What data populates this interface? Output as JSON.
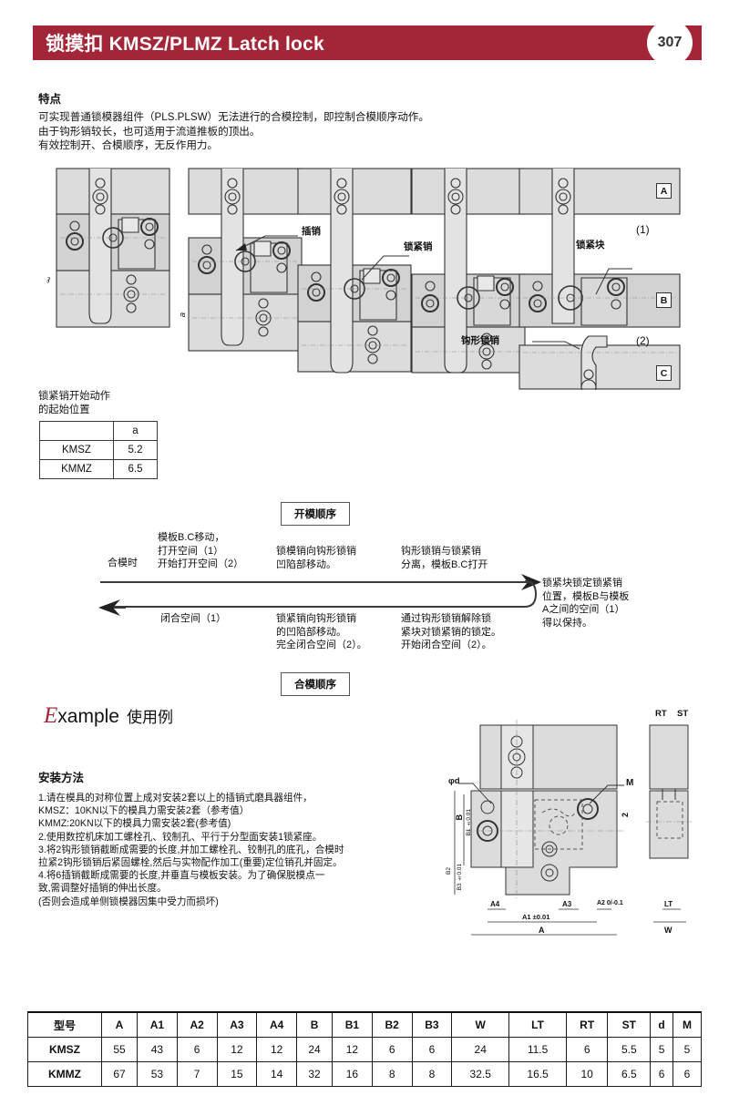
{
  "header": {
    "title_cn": "锁摸扣",
    "title_en": "KMSZ/PLMZ Latch lock",
    "page_number": "307",
    "bar_color": "#a32638"
  },
  "features": {
    "heading": "特点",
    "body": "可实现普通锁模器组件（PLS.PLSW）无法进行的合模控制，即控制合模顺序动作。\n由于钩形销较长，也可适用于流道推板的顶出。\n有效控制开、合模顺序，无反作用力。"
  },
  "diagram": {
    "callouts": [
      {
        "name": "chaxiao",
        "text": "插销"
      },
      {
        "name": "suojinxiao",
        "text": "锁紧销"
      },
      {
        "name": "suojinkuai",
        "text": "锁紧块"
      },
      {
        "name": "gouxing-suoxiao",
        "text": "钩形锁销"
      }
    ],
    "plate_labels": [
      "A",
      "B",
      "C"
    ],
    "step_markers": [
      "(1)",
      "(2)"
    ],
    "dim_l": "ℓ",
    "dim_a": "a",
    "start_caption": "锁紧销开始动作\n的起始位置"
  },
  "a_table": {
    "header": [
      "",
      "a"
    ],
    "rows": [
      {
        "model": "KMSZ",
        "a": "5.2"
      },
      {
        "model": "KMMZ",
        "a": "6.5"
      }
    ]
  },
  "sequence": {
    "open_label": "开模顺序",
    "close_label": "合模顺序",
    "open_row": [
      "合模时",
      "模板B.C移动，\n打开空间（1）\n开始打开空间（2）",
      "锁模销向钩形锁销\n凹陷部移动。",
      "钩形锁销与锁紧销\n分离，模板B.C打开"
    ],
    "close_row": [
      "闭合空间（1）",
      "锁紧销向钩形锁销\n的凹陷部移动。\n完全闭合空间（2）。",
      "通过钩形锁销解除锁\n紧块对锁紧销的锁定。\n开始闭合空间（2）。"
    ],
    "note": "锁紧块锁定锁紧销\n位置，模板B与模板\nA之间的空间（1）\n得以保持。"
  },
  "example": {
    "heading_e": "E",
    "heading_rest": "xample",
    "heading_cn": "使用例"
  },
  "install": {
    "heading": "安装方法",
    "body": "1.请在模具的对称位置上成对安装2套以上的插销式磨具器组件，\nKMSZ：10KN以下的模具力需安装2套（参考值）\nKMMZ:20KN以下的模具力需安装2套(参考值)\n2.使用数控机床加工螺栓孔、铰制孔、平行于分型面安装1锁紧座。\n3.将2钩形锁销截断成需要的长度,并加工螺栓孔、铰制孔的底孔，合模时\n拉紧2钩形锁销后紧固螺栓,然后与实物配作加工(重要)定位销孔并固定。\n4.将6插销截断成需要的长度,并垂直与模板安装。为了确保脱模点一\n致,需调整好插销的伸出长度。\n(否则会造成单侧锁模器因集中受力而损坏)"
  },
  "drawing": {
    "labels": {
      "rt": "RT",
      "st": "ST",
      "m": "M",
      "two": "2",
      "phi_d": "φd",
      "b": "B",
      "b1": "B1 ±0.01",
      "b2": "B2",
      "b3": "B3 ±0.01",
      "a4": "A4",
      "a3": "A3",
      "a2": "A2 0/-0.1",
      "a1": "A1 ±0.01",
      "a": "A",
      "lt": "LT",
      "w": "W"
    }
  },
  "spec_table": {
    "columns": [
      "型号",
      "A",
      "A1",
      "A2",
      "A3",
      "A4",
      "B",
      "B1",
      "B2",
      "B3",
      "W",
      "LT",
      "RT",
      "ST",
      "d",
      "M"
    ],
    "rows": [
      {
        "model": "KMSZ",
        "values": [
          "55",
          "43",
          "6",
          "12",
          "12",
          "24",
          "12",
          "6",
          "6",
          "24",
          "11.5",
          "6",
          "5.5",
          "5",
          "5"
        ]
      },
      {
        "model": "KMMZ",
        "values": [
          "67",
          "53",
          "7",
          "15",
          "14",
          "32",
          "16",
          "8",
          "8",
          "32.5",
          "16.5",
          "10",
          "6.5",
          "6",
          "6"
        ]
      }
    ]
  }
}
